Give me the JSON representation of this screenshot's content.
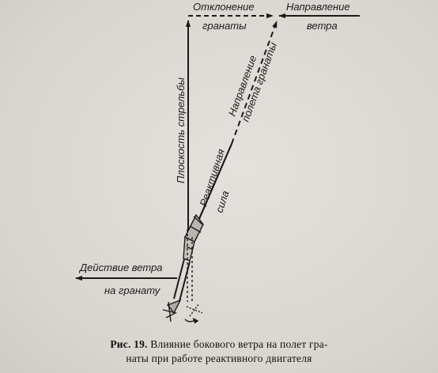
{
  "labels": {
    "deviation_line1": "Отклонение",
    "deviation_line2": "гранаты",
    "wind_dir_line1": "Направление",
    "wind_dir_line2": "ветра",
    "firing_plane": "Плоскость стрельбы",
    "flight_dir_line1": "Направление",
    "flight_dir_line2": "полета гранаты",
    "reactive_line1": "Реактивная",
    "reactive_line2": "сила",
    "wind_action_line1": "Действие ветра",
    "wind_action_line2": "на гранату"
  },
  "caption": {
    "figure_label": "Рис. 19.",
    "line1_text": "Влияние бокового ветра на полет гра-",
    "line2": "наты при работе реактивного двигателя"
  },
  "colors": {
    "ink": "#1a1a1a",
    "paper": "#dcd9d3"
  }
}
